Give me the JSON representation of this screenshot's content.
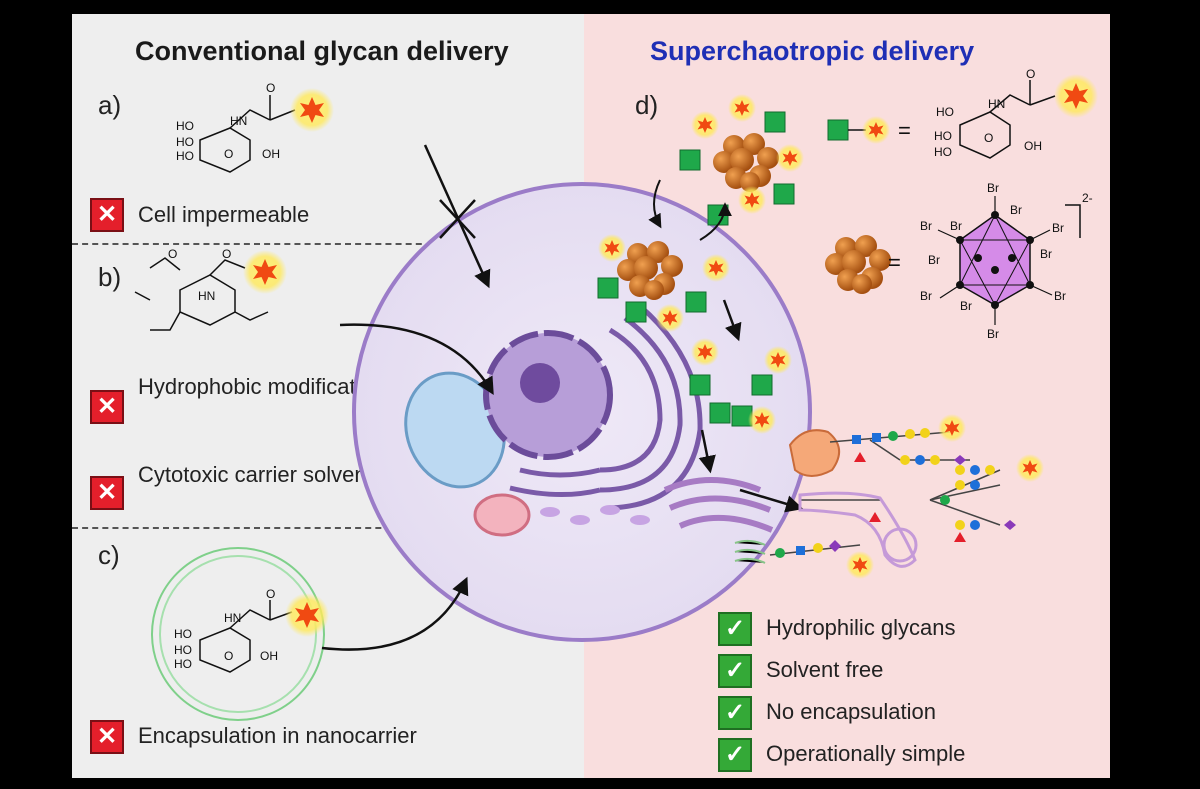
{
  "titles": {
    "left": "Conventional glycan delivery",
    "right": "Superchaotropic delivery"
  },
  "panels": {
    "a": "a)",
    "b": "b)",
    "c": "c)",
    "d": "d)"
  },
  "drawbacks": [
    {
      "text": "Cell impermeable"
    },
    {
      "text": "Hydrophobic modification"
    },
    {
      "text": "Cytotoxic carrier solvent"
    },
    {
      "text": "Encapsulation in nanocarrier"
    }
  ],
  "benefits": [
    {
      "text": "Hydrophilic glycans"
    },
    {
      "text": "Solvent free"
    },
    {
      "text": "No encapsulation"
    },
    {
      "text": "Operationally simple"
    }
  ],
  "molecule_labels": {
    "ho": "HO",
    "hn": "HN",
    "o": "O",
    "oh": "OH",
    "br": "Br",
    "charge": "2-"
  },
  "equals_sign": "=",
  "colors": {
    "left_bg": "#eeeeee",
    "right_bg": "#f9dede",
    "right_title": "#1f2fb5",
    "cross": "#e41f2b",
    "check": "#34a937",
    "cluster": "#c76a1a",
    "glycan_square": "#1fa84a",
    "fluorophore": "#f04a12",
    "cell_membrane": "#9b7cc8"
  }
}
